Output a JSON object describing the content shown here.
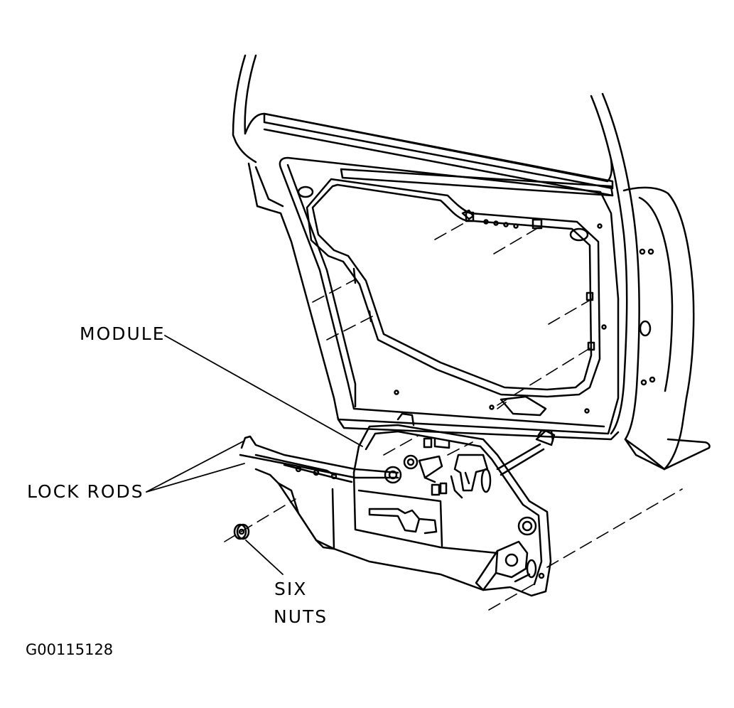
{
  "labels": {
    "module": "MODULE",
    "lock_rods": "LOCK RODS",
    "six_nuts_line1": "SIX",
    "six_nuts_line2": "NUTS"
  },
  "figure_id": "G00115128",
  "colors": {
    "ink": "#000000",
    "paper": "#ffffff"
  }
}
